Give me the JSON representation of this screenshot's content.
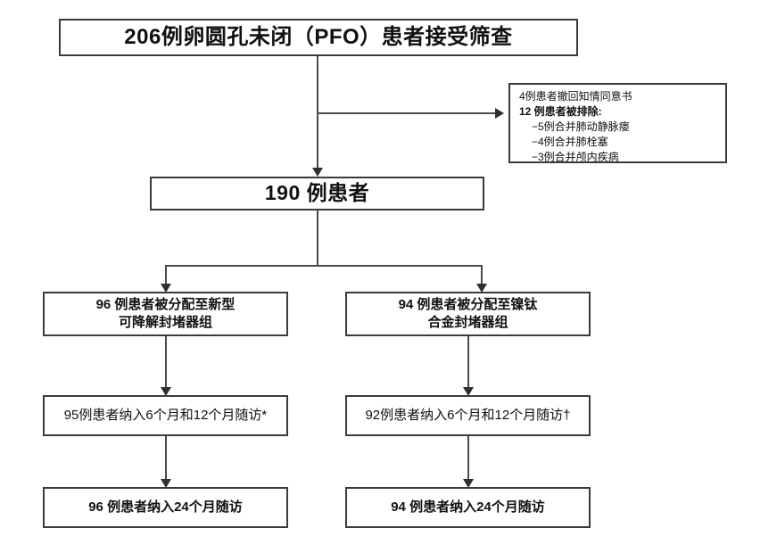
{
  "diagram": {
    "title_box": {
      "text": "206例卵圆孔未闭（PFO）患者接受筛查"
    },
    "exclusion_box": {
      "line1": "4例患者撤回知情同意书",
      "line2": "12 例患者被排除:",
      "line3": "−5例合并肺动静脉瘘",
      "line4": "−4例合并肺栓塞",
      "line5": "−3例合并颅内疾病"
    },
    "total_box": {
      "text": "190 例患者"
    },
    "group_left": {
      "line1": "96 例患者被分配至新型",
      "line2": "可降解封堵器组"
    },
    "group_right": {
      "line1": "94  例患者被分配至镍钛",
      "line2": "合金封堵器组"
    },
    "followup_left": {
      "text": "95例患者纳入6个月和12个月随访*"
    },
    "followup_right": {
      "text": "92例患者纳入6个月和12个月随访†"
    },
    "final_left": {
      "text": "96 例患者纳入24个月随访"
    },
    "final_right": {
      "text": "94 例患者纳入24个月随访"
    },
    "colors": {
      "border": "#3b3b3b",
      "connector": "#4a4a4a",
      "arrow": "#2f2f2f",
      "background": "#ffffff",
      "text": "#111111"
    }
  }
}
